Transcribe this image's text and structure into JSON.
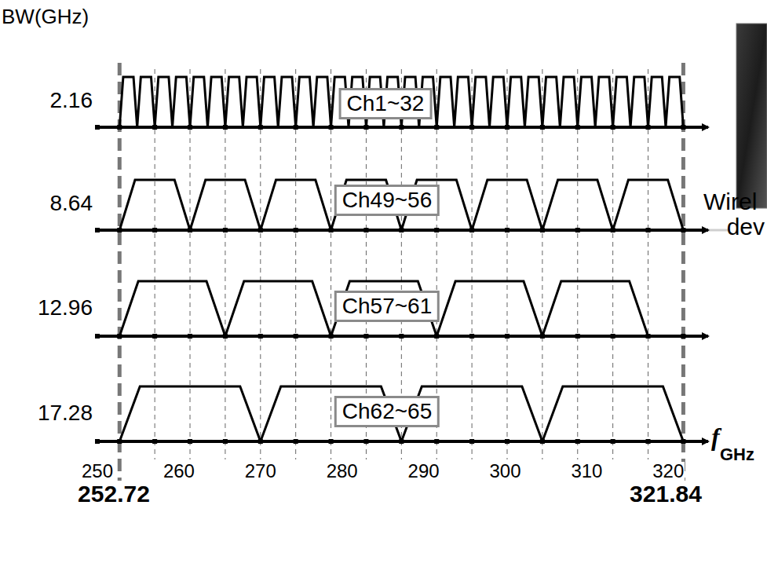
{
  "diagram": {
    "nodes": [
      {
        "text": [
          "Ch1~32"
        ]
      },
      {
        "text": [
          "Ch49~56"
        ]
      },
      {
        "text": [
          "Ch57~61"
        ]
      },
      {
        "text": [
          "Ch62~65"
        ]
      }
    ],
    "labels": [
      "BW(GHz)",
      "2.16",
      "8.64",
      "12.96",
      "17.28",
      "Wirel",
      "dev",
      "f",
      "GHz",
      "250",
      "260",
      "270",
      "280",
      "290",
      "300",
      "310",
      "320",
      "252.72",
      "321.84"
    ]
  }
}
